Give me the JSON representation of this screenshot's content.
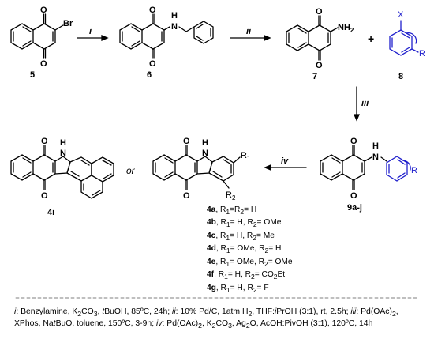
{
  "compounds": {
    "c5": "5",
    "c6": "6",
    "c7": "7",
    "c8": "8",
    "c9": "9a-j",
    "c4i": "4i"
  },
  "atoms": {
    "o": "O",
    "br": "Br",
    "h": "H",
    "n": "N",
    "nh2": "NH2",
    "x": "X",
    "r": "R",
    "r1": "R1",
    "r2": "R2"
  },
  "steps": {
    "i": "i",
    "ii": "ii",
    "iii": "iii",
    "iv": "iv"
  },
  "plus": "+",
  "or": "or",
  "series4": [
    {
      "id": "4a",
      "text": "R1=R2= H"
    },
    {
      "id": "4b",
      "text": "R1= H, R2= OMe"
    },
    {
      "id": "4c",
      "text": "R1= H, R2= Me"
    },
    {
      "id": "4d",
      "text": "R1= OMe, R2= H"
    },
    {
      "id": "4e",
      "text": "R1= OMe, R2= OMe"
    },
    {
      "id": "4f",
      "text": "R1= H, R2= CO2Et"
    },
    {
      "id": "4g",
      "text": "R1= H, R2= F"
    }
  ],
  "conditions": {
    "line1": "i: Benzylamine, K2CO3, tBuOH, 85ºC, 24h; ii: 10% Pd/C, 1atm H2, THF:iPrOH (3:1), rt, 2.5h; iii: Pd(OAc)2,",
    "line2": "XPhos, NatBuO, toluene, 150ºC, 3-9h; iv: Pd(OAc)2, K2CO3, Ag2O, AcOH:PivOH (3:1), 120ºC, 14h"
  },
  "colors": {
    "ink": "#000000",
    "blue": "#1f1fcc",
    "divider": "#555555"
  }
}
